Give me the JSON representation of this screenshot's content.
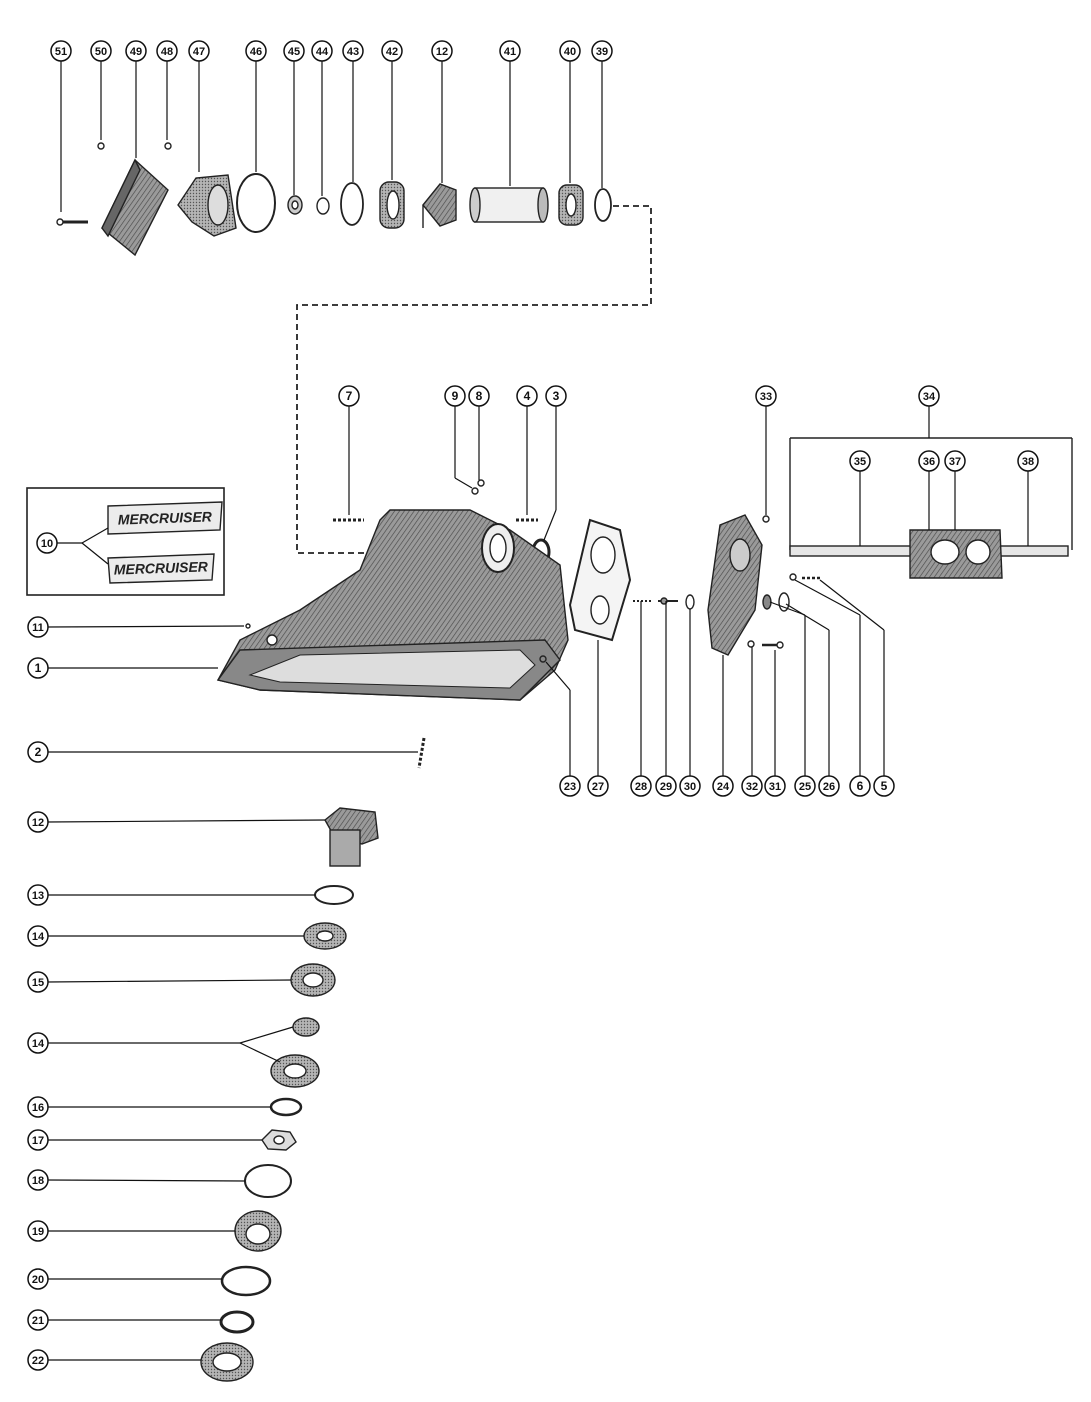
{
  "diagram": {
    "logo_text": "MERCRUISER",
    "callouts": [
      {
        "id": "c51",
        "label": "51"
      },
      {
        "id": "c50",
        "label": "50"
      },
      {
        "id": "c49",
        "label": "49"
      },
      {
        "id": "c48",
        "label": "48"
      },
      {
        "id": "c47",
        "label": "47"
      },
      {
        "id": "c46",
        "label": "46"
      },
      {
        "id": "c45",
        "label": "45"
      },
      {
        "id": "c44",
        "label": "44"
      },
      {
        "id": "c43",
        "label": "43"
      },
      {
        "id": "c42",
        "label": "42"
      },
      {
        "id": "c12a",
        "label": "12"
      },
      {
        "id": "c41",
        "label": "41"
      },
      {
        "id": "c40",
        "label": "40"
      },
      {
        "id": "c39",
        "label": "39"
      },
      {
        "id": "c7",
        "label": "7"
      },
      {
        "id": "c9",
        "label": "9"
      },
      {
        "id": "c8",
        "label": "8"
      },
      {
        "id": "c4",
        "label": "4"
      },
      {
        "id": "c3",
        "label": "3"
      },
      {
        "id": "c33",
        "label": "33"
      },
      {
        "id": "c34",
        "label": "34"
      },
      {
        "id": "c35",
        "label": "35"
      },
      {
        "id": "c36",
        "label": "36"
      },
      {
        "id": "c37",
        "label": "37"
      },
      {
        "id": "c38",
        "label": "38"
      },
      {
        "id": "c10",
        "label": "10"
      },
      {
        "id": "c11",
        "label": "11"
      },
      {
        "id": "c1",
        "label": "1"
      },
      {
        "id": "c2",
        "label": "2"
      },
      {
        "id": "c23",
        "label": "23"
      },
      {
        "id": "c27",
        "label": "27"
      },
      {
        "id": "c28",
        "label": "28"
      },
      {
        "id": "c29",
        "label": "29"
      },
      {
        "id": "c30",
        "label": "30"
      },
      {
        "id": "c24",
        "label": "24"
      },
      {
        "id": "c32",
        "label": "32"
      },
      {
        "id": "c31",
        "label": "31"
      },
      {
        "id": "c25",
        "label": "25"
      },
      {
        "id": "c26",
        "label": "26"
      },
      {
        "id": "c6",
        "label": "6"
      },
      {
        "id": "c5",
        "label": "5"
      },
      {
        "id": "c12b",
        "label": "12"
      },
      {
        "id": "c13",
        "label": "13"
      },
      {
        "id": "c14a",
        "label": "14"
      },
      {
        "id": "c15",
        "label": "15"
      },
      {
        "id": "c14b",
        "label": "14"
      },
      {
        "id": "c16",
        "label": "16"
      },
      {
        "id": "c17",
        "label": "17"
      },
      {
        "id": "c18",
        "label": "18"
      },
      {
        "id": "c19",
        "label": "19"
      },
      {
        "id": "c20",
        "label": "20"
      },
      {
        "id": "c21",
        "label": "21"
      },
      {
        "id": "c22",
        "label": "22"
      }
    ]
  }
}
